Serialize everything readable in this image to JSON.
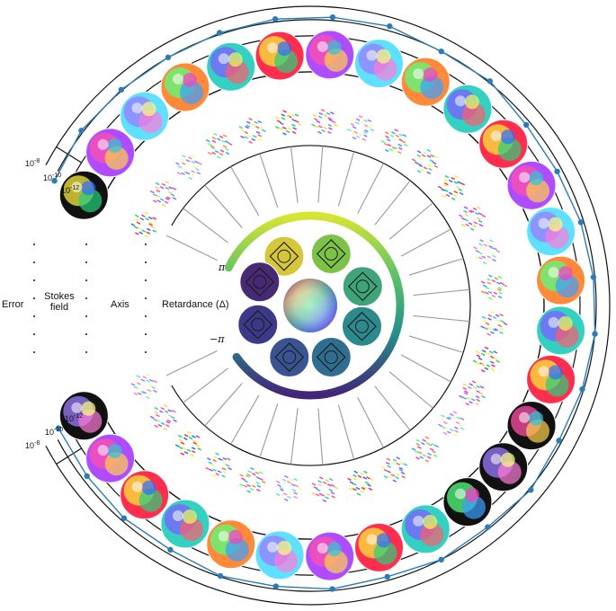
{
  "labels": {
    "error": "Error",
    "stokes_line1": "Stokes",
    "stokes_line2": "field",
    "axis": "Axis",
    "retardance": "Retardance (Δ)",
    "pi": "π",
    "neg_pi": "−π"
  },
  "ticks_top": {
    "a": "10",
    "a_exp": "-8",
    "b": "10",
    "b_exp": "-10",
    "c": "10",
    "c_exp": "-12"
  },
  "ticks_bottom": {
    "a": "10",
    "a_exp": "-8",
    "b": "10",
    "b_exp": "-10",
    "c": "10",
    "c_exp": "-12"
  },
  "colors": {
    "error_curve": "#2b7bb9",
    "guide": "#111111",
    "connector": "#999999"
  },
  "error_series": [
    0.5,
    0.62,
    0.58,
    0.55,
    0.6,
    0.64,
    0.66,
    0.7,
    0.55,
    0.6,
    0.4,
    0.38,
    0.45,
    0.5,
    0.55,
    0.5,
    0.45,
    0.6,
    0.48,
    0.55,
    0.42,
    0.5,
    0.45,
    0.52,
    0.4,
    0.44,
    0.38,
    0.35
  ]
}
